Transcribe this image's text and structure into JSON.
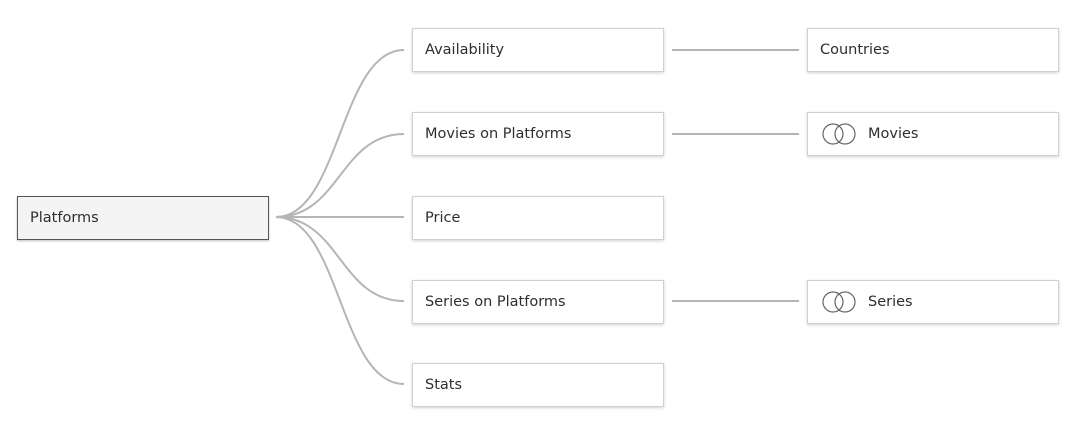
{
  "diagram": {
    "root": {
      "label": "Platforms"
    },
    "children": [
      {
        "label": "Availability"
      },
      {
        "label": "Movies on Platforms"
      },
      {
        "label": "Price"
      },
      {
        "label": "Series on Platforms"
      },
      {
        "label": "Stats"
      }
    ],
    "related": [
      {
        "label": "Countries",
        "icon": null
      },
      {
        "label": "Movies",
        "icon": "related-tables-icon"
      },
      {
        "label": "Series",
        "icon": "related-tables-icon"
      }
    ]
  },
  "colors": {
    "connector": "#b5b5b5",
    "root_fill": "#f4f4f4",
    "root_border": "#555555",
    "node_border": "#d0d0d0",
    "text": "#2e2e2e"
  }
}
